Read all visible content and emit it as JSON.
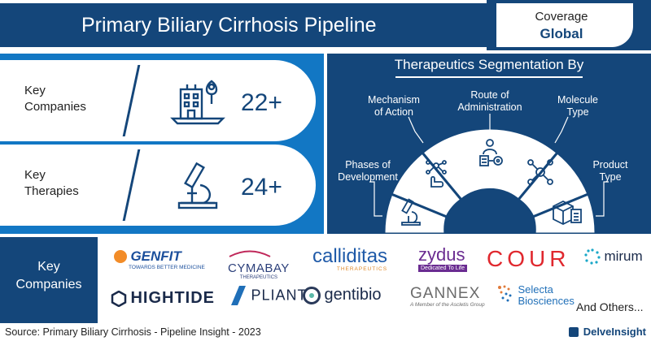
{
  "header": {
    "title": "Primary Biliary Cirrhosis Pipeline",
    "coverage_label": "Coverage",
    "coverage_value": "Global"
  },
  "stats": [
    {
      "label_line1": "Key",
      "label_line2": "Companies",
      "value": "22+",
      "icon": "building-location-icon"
    },
    {
      "label_line1": "Key",
      "label_line2": "Therapies",
      "value": "24+",
      "icon": "microscope-icon"
    }
  ],
  "segmentation": {
    "title": "Therapeutics Segmentation By",
    "items": [
      {
        "line1": "Phases of",
        "line2": "Development",
        "icon": "microscope-icon"
      },
      {
        "line1": "Mechanism",
        "line2": "of Action",
        "icon": "molecule-hand-icon"
      },
      {
        "line1": "Route of",
        "line2": "Administration",
        "icon": "doctor-gear-icon"
      },
      {
        "line1": "Molecule",
        "line2": "Type",
        "icon": "molecule-icon"
      },
      {
        "line1": "Product",
        "line2": "Type",
        "icon": "box-clipboard-icon"
      }
    ]
  },
  "companies": {
    "label_line1": "Key",
    "label_line2": "Companies",
    "logos": [
      {
        "name": "GENFIT",
        "tagline": "TOWARDS BETTER MEDICINE",
        "color": "#1b4f9c"
      },
      {
        "name": "CYMABAY",
        "tagline": "THERAPEUTICS",
        "color": "#2b3f7a"
      },
      {
        "name": "calliditas",
        "tagline": "THERAPEUTICS",
        "color": "#1f5aa8"
      },
      {
        "name": "zydus",
        "tagline": "Dedicated To Life",
        "color": "#6a2c91"
      },
      {
        "name": "COUR",
        "tagline": "",
        "color": "#e0282e"
      },
      {
        "name": "mirum",
        "tagline": "",
        "color": "#1a2a4a"
      },
      {
        "name": "HIGHTIDE",
        "tagline": "",
        "color": "#1a2a4a"
      },
      {
        "name": "PLIANT",
        "tagline": "",
        "color": "#1a2a4a"
      },
      {
        "name": "gentibio",
        "tagline": "",
        "color": "#1a2a4a"
      },
      {
        "name": "GANNEX",
        "tagline": "A Member of the Ascletis Group",
        "color": "#6b6b6b"
      },
      {
        "name": "Selecta",
        "tagline": "Biosciences",
        "color": "#1f6fb8"
      }
    ],
    "others": "And Others..."
  },
  "footer": {
    "source": "Source: Primary Biliary Cirrhosis - Pipeline Insight - 2023",
    "brand": "DelveInsight"
  }
}
